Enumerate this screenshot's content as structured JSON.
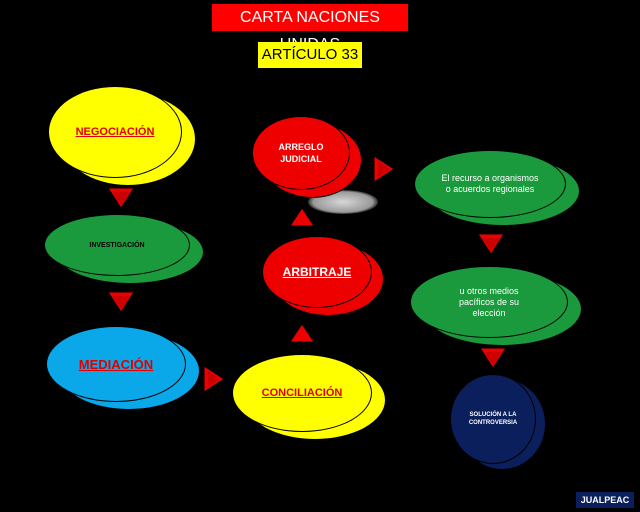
{
  "header": {
    "title": "CARTA NACIONES UNIDAS",
    "subtitle": "ARTÍCULO 33"
  },
  "nodes": {
    "negociacion": "NEGOCIACIÓN",
    "investigacion": "INVESTIGACIÓN",
    "mediacion": "MEDIACIÓN",
    "conciliacion": "CONCILIACIÓN",
    "arbitraje": "ARBITRAJE",
    "arreglo_judicial": "ARREGLO JUDICIAL",
    "organismos": "El recurso a organismos o acuerdos regionales",
    "otros_medios": "u otros medios pacíficos de su elección",
    "solucion": "SOLUCIÓN A LA CONTROVERSIA"
  },
  "footer": {
    "author": "JUALPEAC"
  },
  "colors": {
    "yellow": "#ffff00",
    "green": "#1a9a3c",
    "red": "#ee0000",
    "blue": "#0aa8e8",
    "navy": "#0b1f5c"
  }
}
